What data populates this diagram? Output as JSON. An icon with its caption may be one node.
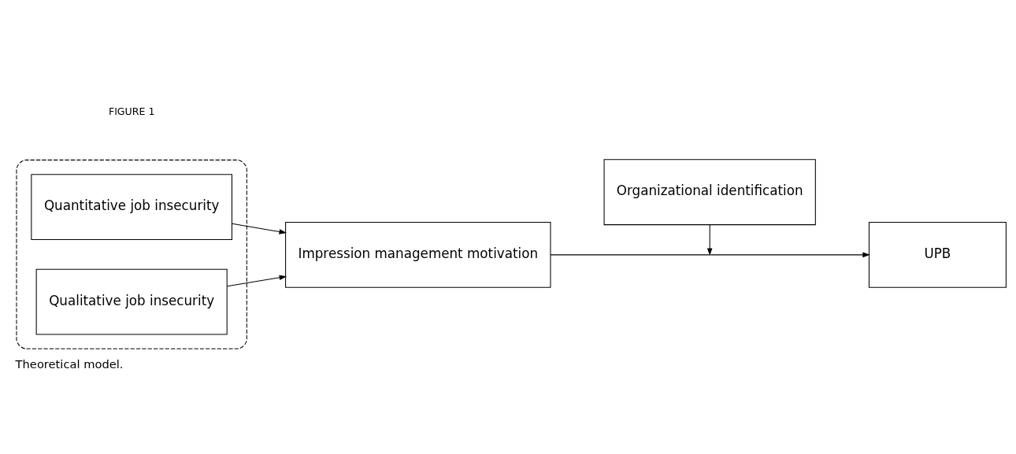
{
  "diagram": {
    "caption": "Theoretical model.",
    "nodes": [
      {
        "text": [],
        "shape": "box"
      },
      {
        "text": [
          "Quantitative job insecurity"
        ],
        "in": 0
      },
      {
        "text": [
          "Qualitative job insecurity"
        ],
        "in": 0
      },
      {
        "text": [
          "Impression management motivation"
        ]
      },
      {
        "text": [
          "Organizational identification"
        ]
      },
      {
        "text": [
          "UPB"
        ]
      }
    ],
    "edges": [
      {
        "from": 1,
        "to": 3,
        "arrow": "to"
      },
      {
        "from": 2,
        "to": 3,
        "arrow": "to"
      },
      {
        "from": 3,
        "to": 5,
        "arrow": "to"
      },
      {
        "from": 4,
        "to": null,
        "arrow": "to"
      }
    ],
    "labels": [
      "FIGURE 1"
    ]
  }
}
